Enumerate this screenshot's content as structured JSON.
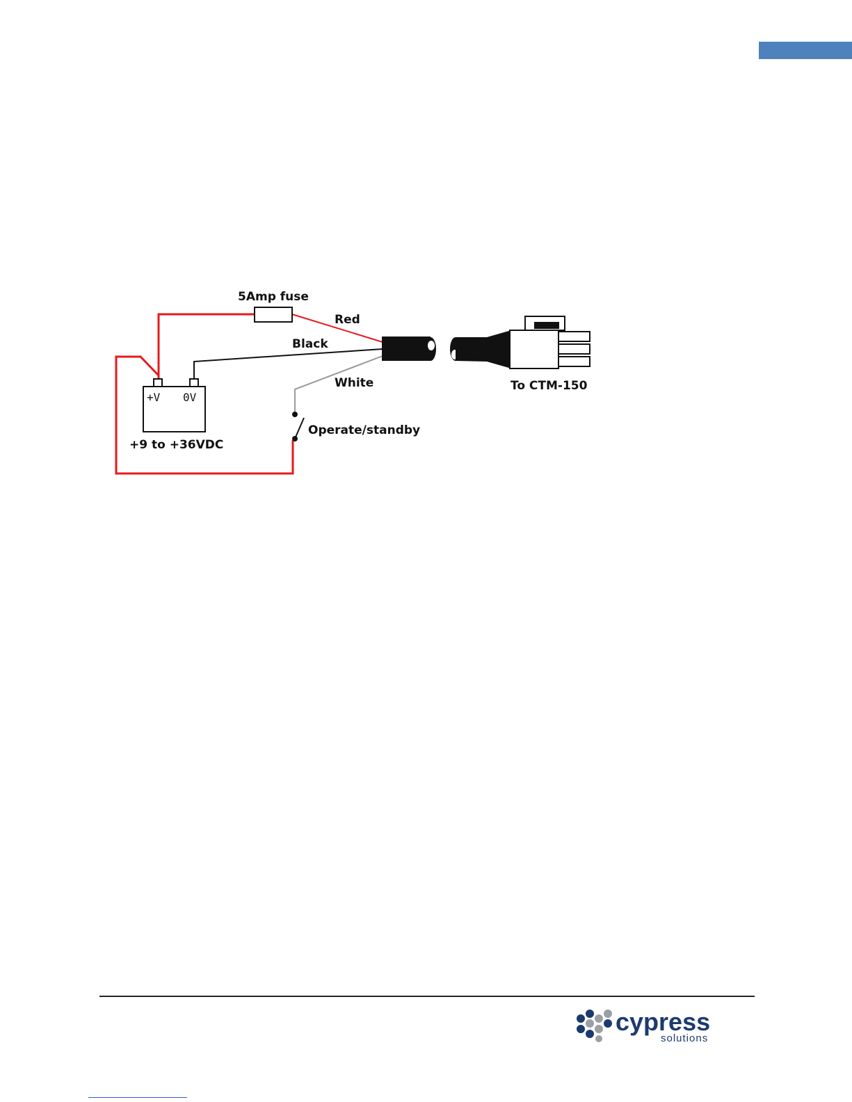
{
  "colors": {
    "tab": "#4f81bd",
    "red_wire": "#e8191c",
    "black_wire": "#111111",
    "white_wire": "#9a9a9a",
    "logo_navy": "#1d3a6e",
    "logo_gray": "#9aa0a6"
  },
  "diagram": {
    "fuse_label": "5Amp fuse",
    "red_label": "Red",
    "black_label": "Black",
    "white_label": "White",
    "battery_pos_label": "+V",
    "battery_neg_label": "0V",
    "battery_range_label": "+9 to +36VDC",
    "switch_label": "Operate/standby",
    "connector_label": "To CTM-150"
  },
  "footer": {
    "logo_word": "cypress",
    "logo_sub": "solutions"
  }
}
